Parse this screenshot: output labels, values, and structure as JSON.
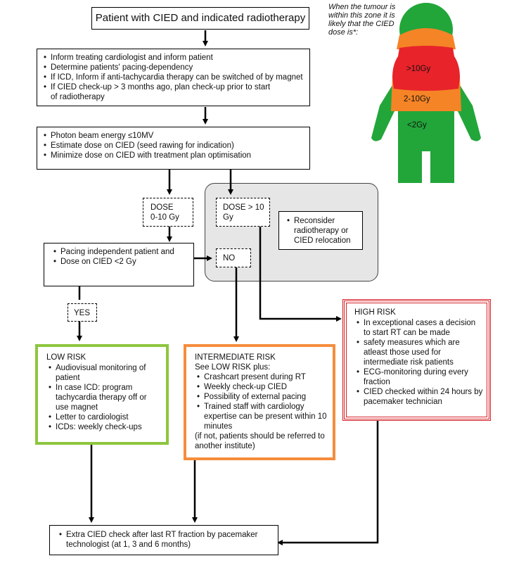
{
  "colors": {
    "green": "#22a63a",
    "orange": "#f58426",
    "red": "#e8232a",
    "low_risk_border": "#8dc63f",
    "intermediate_border": "#f58d3d",
    "high_risk_border": "#d62027",
    "grey_zone": "#e6e6e6"
  },
  "figure": {
    "note": "When the tumour is within this zone it is likely that the CIED dose is*:",
    "zones": [
      {
        "label": ">10Gy",
        "color": "red"
      },
      {
        "label": "2-10Gy",
        "color": "orange"
      },
      {
        "label": "<2Gy",
        "color": "green"
      }
    ]
  },
  "flow": {
    "start": "Patient with CIED and indicated radiotherapy",
    "step1": [
      "Inform treating cardiologist and inform patient",
      "Determine patients' pacing-dependency",
      "If ICD, Inform if anti-tachycardia therapy can be switched of by magnet",
      "If CIED check-up > 3 months ago, plan check-up prior to start of radiotherapy"
    ],
    "step2": [
      "Photon beam energy ≤10MV",
      "Estimate dose on CIED (seed rawing for indication)",
      "Minimize dose on CIED with treatment plan optimisation"
    ],
    "dose_low": {
      "line1": "DOSE",
      "line2": "0-10 Gy"
    },
    "dose_high": {
      "line1": "DOSE > 10",
      "line2": "Gy"
    },
    "reconsider": "Reconsider radiotherapy or CIED relocation",
    "condition": [
      "Pacing independent patient and",
      "Dose on CIED <2 Gy"
    ],
    "no_label": "NO",
    "yes_label": "YES",
    "low_risk": {
      "title": "LOW RISK",
      "items": [
        "Audiovisual monitoring of patient",
        "In case ICD: program tachycardia therapy off or use magnet",
        "Letter to cardiologist",
        "ICDs: weekly check-ups"
      ]
    },
    "intermediate_risk": {
      "title": "INTERMEDIATE RISK",
      "subtitle": "See LOW RISK plus:",
      "items": [
        "Crashcart present during RT",
        "Weekly check-up CIED",
        "Possibility of external pacing",
        "Trained staff with cardiology expertise can be present within 10 minutes"
      ],
      "footnote": "(if not, patients should be referred to another institute)"
    },
    "high_risk": {
      "title": "HIGH RISK",
      "items": [
        "In exceptional cases a decision to start RT can be made",
        "safety measures which are atleast those used for intermediate risk patients",
        "ECG-monitoring during every fraction",
        "CIED checked within 24 hours by pacemaker technician"
      ]
    },
    "final": "Extra CIED check after last RT fraction by pacemaker technologist (at 1, 3 and 6 months)"
  }
}
